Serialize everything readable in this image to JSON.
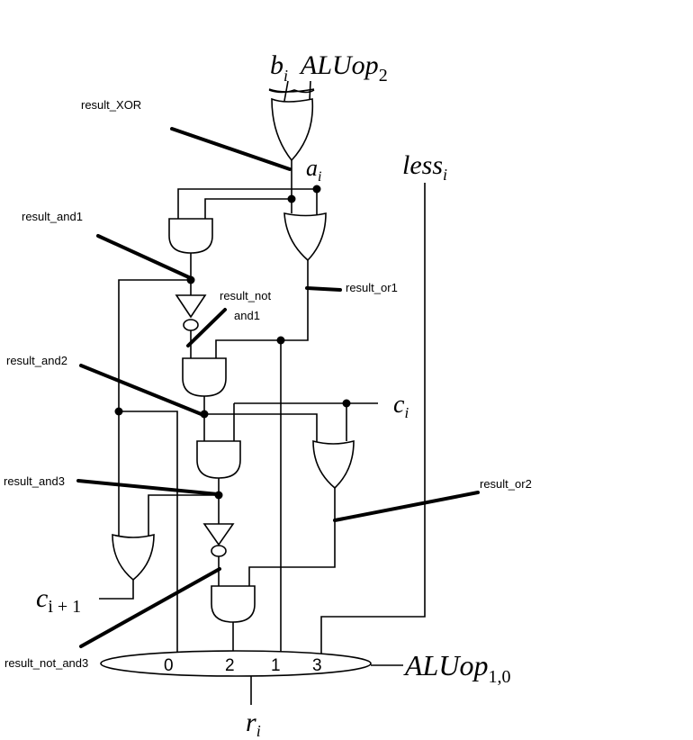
{
  "signals": {
    "b": "b",
    "b_sub": "i",
    "aluop": "ALUop",
    "aluop_sub": "2",
    "a": "a",
    "a_sub": "i",
    "less": "less",
    "less_sub": "i",
    "c": "c",
    "c_sub": "i",
    "cout": "c",
    "cout_sub": "i + 1",
    "aluop_sel": "ALUop",
    "aluop_sel_sub": "1,0",
    "r": "r",
    "r_sub": "i"
  },
  "labels": {
    "result_xor": "result_XOR",
    "result_and1": "result_and1",
    "result_not_and1_line1": "result_not",
    "result_not_and1_line2": "and1",
    "result_or1": "result_or1",
    "result_and2": "result_and2",
    "result_and3": "result_and3",
    "result_or2": "result_or2",
    "result_not_and3": "result_not_and3"
  },
  "mux_inputs": [
    "0",
    "2",
    "1",
    "3"
  ]
}
